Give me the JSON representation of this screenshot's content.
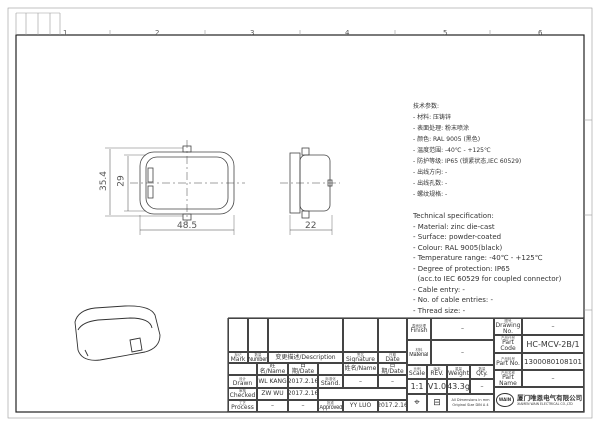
{
  "zones": [
    "1",
    "2",
    "3",
    "4",
    "5",
    "6"
  ],
  "dimensions": {
    "height_outer": "35.4",
    "height_inner": "29",
    "width": "48.5",
    "depth": "22"
  },
  "spec_cn": {
    "title": "技术参数:",
    "items": [
      "- 材料: 压铸锌",
      "- 表面处理: 粉末喷涂",
      "- 颜色: RAL 9005 (黑色)",
      "- 温度范围: -40℃ - +125℃",
      "- 防护等级: IP65 (锁紧状态,IEC 60529)",
      "- 出线方向: -",
      "- 出线孔数: -",
      "- 螺纹规格: -"
    ]
  },
  "spec_en": {
    "title": "Technical specification:",
    "items": [
      "- Material: zinc die-cast",
      "- Surface: powder-coated",
      "- Colour: RAL 9005(black)",
      "- Temperature range: -40℃ - +125℃",
      "- Degree of protection: IP65",
      "  (acc.to IEC 60529 for coupled connector)",
      "- Cable entry: -",
      "- No. of cable entries: -",
      "- Thread size: -"
    ]
  },
  "title_block": {
    "mark": {
      "cn": "标记",
      "en": "Mark"
    },
    "number": {
      "cn": "数量",
      "en": "Number"
    },
    "description": "变更描述/Description",
    "signature": {
      "cn": "签名",
      "en": "Signature"
    },
    "date_h": {
      "cn": "日期",
      "en": "Date"
    },
    "name_date": [
      "姓名/Name",
      "日期/Date"
    ],
    "drawn": {
      "cn": "设计",
      "en": "Drawn",
      "name": "WL KANG",
      "date": "2017.2.16"
    },
    "stand": {
      "cn": "标准化",
      "en": "Stand.",
      "name": "–",
      "date": "–"
    },
    "checked": {
      "cn": "审核",
      "en": "Checked",
      "name": "ZW WU",
      "date": "2017.2.16"
    },
    "process": {
      "cn": "工艺",
      "en": "Process",
      "name": "–",
      "date": "–"
    },
    "approved": {
      "cn": "批准",
      "en": "Approved",
      "name": "YY LUO",
      "date": "2017.2.16"
    },
    "finish": {
      "cn": "表面处理",
      "en": "Finish",
      "value": "–"
    },
    "material": {
      "cn": "材料",
      "en": "Material",
      "value": "–"
    },
    "scale": {
      "cn": "比例",
      "en": "Scale",
      "value": "1:1"
    },
    "rev": {
      "cn": "版本",
      "en": "REV.",
      "value": "V1.0"
    },
    "weight": {
      "cn": "重量",
      "en": "Weight",
      "value": "43.3g"
    },
    "qty": {
      "cn": "数量",
      "en": "Qty.",
      "value": "–"
    },
    "note": [
      "All Dimensions in mm",
      "Original Size DIN A 4"
    ],
    "drawing_no": {
      "cn": "图号",
      "en": "Drawing No.",
      "value": "–"
    },
    "part_code": {
      "cn": "产品代号",
      "en": "Part Code",
      "value": "HC-MCV-2B/1"
    },
    "part_no": {
      "cn": "产品料号",
      "en": "Part No.",
      "value": "1300080108101"
    },
    "part_name": {
      "cn": "产品名称",
      "en": "Part Name",
      "value": "–"
    },
    "company_cn": "厦门唯恩电气有限公司",
    "company_en": "XIAMEN WAIN ELECTRICAL CO.,LTD",
    "logo": "WAIN"
  }
}
